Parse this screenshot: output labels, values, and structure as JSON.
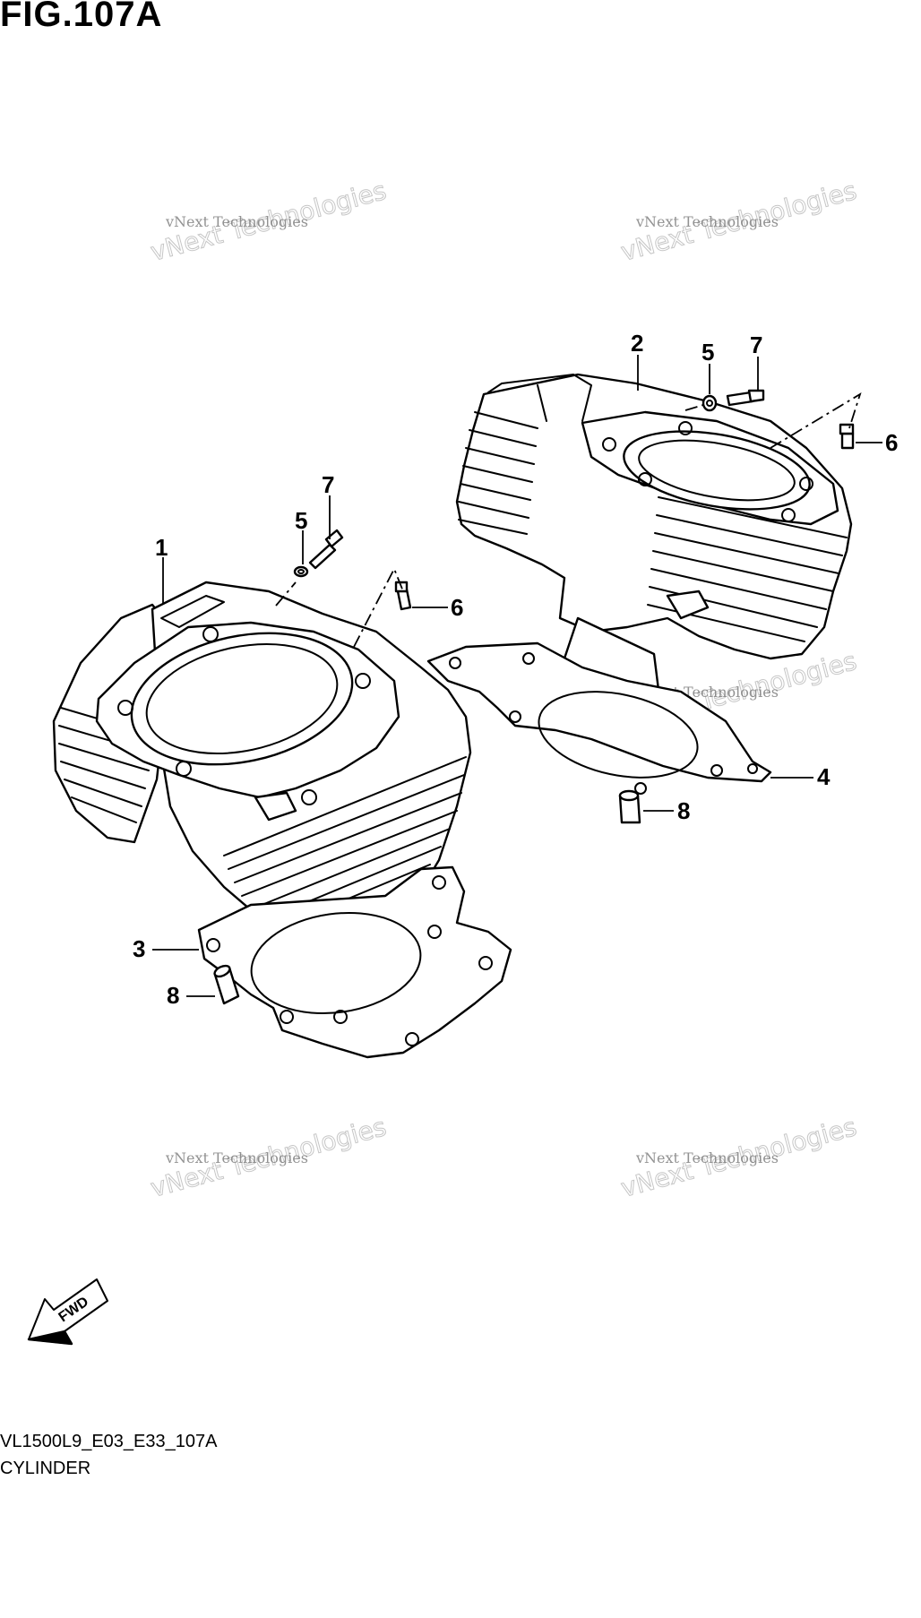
{
  "figure_title": "FIG.107A",
  "caption": {
    "model_code": "VL1500L9_E03_E33_107A",
    "description": "CYLINDER"
  },
  "callouts": [
    "1",
    "2",
    "3",
    "4",
    "5",
    "5",
    "6",
    "6",
    "7",
    "7",
    "8",
    "8"
  ],
  "watermark": {
    "line1": "vNext Technologies",
    "line2": "vNext Technologies"
  },
  "fwd_label": "FWD",
  "icons": [
    "fwd-arrow-icon"
  ]
}
